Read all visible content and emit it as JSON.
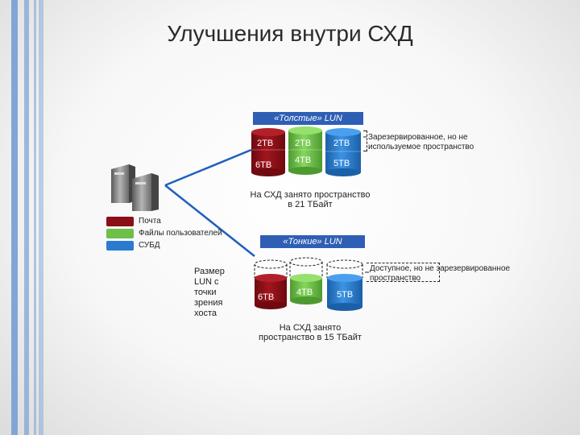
{
  "title": "Улучшения внутри СХД",
  "thick": {
    "label": "«Толстые» LUN",
    "caps": [
      "2ТB",
      "2ТB",
      "2ТB"
    ],
    "data": [
      "6ТB",
      "4ТB",
      "5ТB"
    ],
    "note": "Зарезервированное, но не используемое пространство",
    "occupied": [
      "На СХД занято пространство",
      "в 21 ТБайт"
    ]
  },
  "thin": {
    "label": "«Тонкие» LUN",
    "data": [
      "6ТB",
      "4ТB",
      "5ТB"
    ],
    "note": "Доступное, но не зарезервированное пространство",
    "occupied": [
      "На СХД занято",
      "пространство в 15 ТБайт"
    ]
  },
  "legend": [
    {
      "label": "Почта",
      "color": "#8b0f16"
    },
    {
      "label": "Файлы пользователей",
      "color": "#6cc04a"
    },
    {
      "label": "СУБД",
      "color": "#2a7bd0"
    }
  ],
  "lun_size_note": [
    "Размер",
    "LUN с",
    "точки",
    "зрения",
    "хоста"
  ],
  "colors": {
    "red": "#8b0f16",
    "green": "#6cc04a",
    "blue": "#2a7bd0",
    "label_bar": "#2f5fb5",
    "stripe": "#7fa6d6"
  },
  "icons": [
    "server-icon"
  ]
}
